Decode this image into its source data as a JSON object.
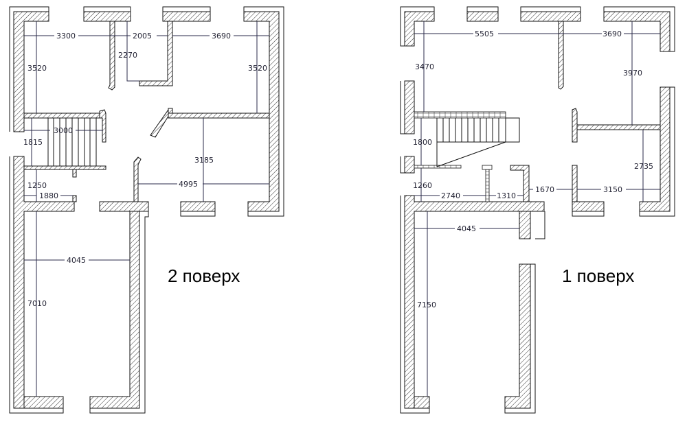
{
  "colors": {
    "wall_outline": "#111111",
    "hatch": "#333333",
    "dimension_line": "#2a2a4a",
    "dimension_text": "#222233",
    "background": "#ffffff"
  },
  "floors": [
    {
      "id": "floor-2",
      "label": "2 поверх",
      "dimensions": {
        "top_left_width": "3300",
        "top_middle_width": "2005",
        "top_right_width": "3690",
        "left_room_height": "3520",
        "right_room_height": "3520",
        "closet_depth": "2270",
        "stair_length": "3000",
        "stair_width": "1815",
        "hall_height": "1250",
        "hall_width": "1880",
        "right_lower_room_height": "3185",
        "right_lower_room_width": "4995",
        "bottom_room_width": "4045",
        "bottom_room_height": "7010"
      }
    },
    {
      "id": "floor-1",
      "label": "1 поверх",
      "dimensions": {
        "top_left_width": "5505",
        "top_right_width": "3690",
        "left_height": "3470",
        "right_upper_height": "3970",
        "stair_width": "1800",
        "hall_height": "1260",
        "hall_width_left": "2740",
        "hall_width_mid": "1310",
        "door_gap": "1670",
        "right_lower_width": "3150",
        "right_lower_height": "2735",
        "bottom_room_width": "4045",
        "bottom_room_height": "7150"
      }
    }
  ]
}
